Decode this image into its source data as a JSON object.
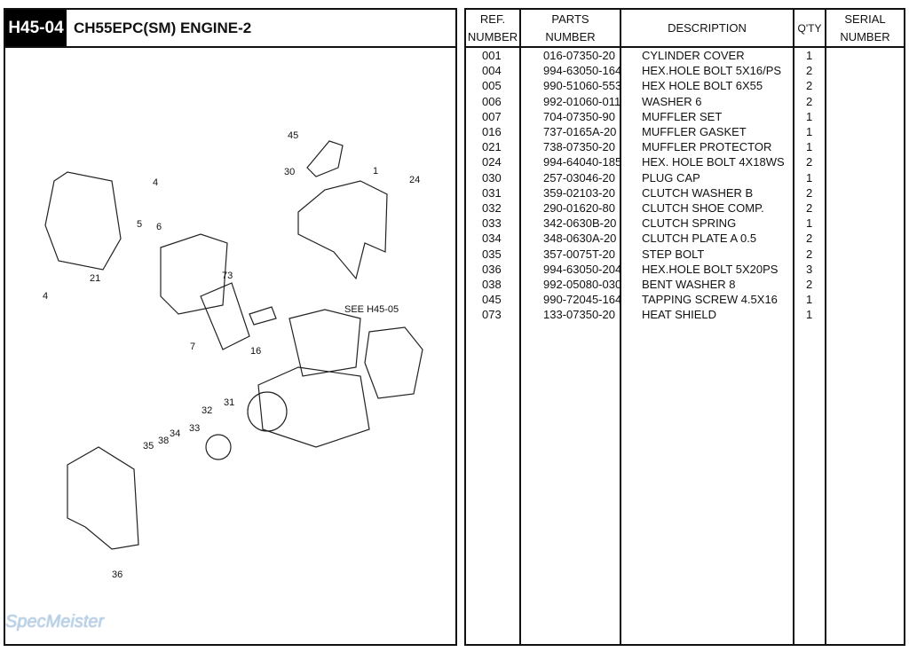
{
  "header": {
    "code": "H45-04",
    "title": "CH55EPC(SM) ENGINE-2"
  },
  "diagram": {
    "callouts": [
      "45",
      "30",
      "1",
      "4",
      "24",
      "5",
      "6",
      "73",
      "21",
      "4",
      "7",
      "16",
      "SEE H45-05",
      "32",
      "31",
      "33",
      "34",
      "38",
      "35",
      "36"
    ]
  },
  "table": {
    "headers": {
      "ref_1": "REF.",
      "ref_2": "NUMBER",
      "parts_1": "PARTS",
      "parts_2": "NUMBER",
      "description": "DESCRIPTION",
      "qty": "Q'TY",
      "serial_1": "SERIAL",
      "serial_2": "NUMBER"
    },
    "rows": [
      {
        "ref": "001",
        "part": "016-07350-20",
        "desc": "CYLINDER COVER",
        "qty": "1"
      },
      {
        "ref": "004",
        "part": "994-63050-164",
        "desc": "HEX.HOLE BOLT 5X16/PS",
        "qty": "2"
      },
      {
        "ref": "005",
        "part": "990-51060-553",
        "desc": "HEX HOLE BOLT 6X55",
        "qty": "2"
      },
      {
        "ref": "006",
        "part": "992-01060-011",
        "desc": "WASHER 6",
        "qty": "2"
      },
      {
        "ref": "007",
        "part": "704-07350-90",
        "desc": "MUFFLER SET",
        "qty": "1"
      },
      {
        "ref": "016",
        "part": "737-0165A-20",
        "desc": "MUFFLER GASKET",
        "qty": "1"
      },
      {
        "ref": "021",
        "part": "738-07350-20",
        "desc": "MUFFLER PROTECTOR",
        "qty": "1"
      },
      {
        "ref": "024",
        "part": "994-64040-185",
        "desc": "HEX. HOLE BOLT 4X18WS",
        "qty": "2"
      },
      {
        "ref": "030",
        "part": "257-03046-20",
        "desc": "PLUG CAP",
        "qty": "1"
      },
      {
        "ref": "031",
        "part": "359-02103-20",
        "desc": "CLUTCH WASHER B",
        "qty": "2"
      },
      {
        "ref": "032",
        "part": "290-01620-80",
        "desc": "CLUTCH SHOE COMP.",
        "qty": "2"
      },
      {
        "ref": "033",
        "part": "342-0630B-20",
        "desc": "CLUTCH SPRING",
        "qty": "1"
      },
      {
        "ref": "034",
        "part": "348-0630A-20",
        "desc": "CLUTCH PLATE A 0.5",
        "qty": "2"
      },
      {
        "ref": "035",
        "part": "357-0075T-20",
        "desc": "STEP BOLT",
        "qty": "2"
      },
      {
        "ref": "036",
        "part": "994-63050-204",
        "desc": "HEX.HOLE BOLT 5X20PS",
        "qty": "3"
      },
      {
        "ref": "038",
        "part": "992-05080-030",
        "desc": "BENT WASHER 8",
        "qty": "2"
      },
      {
        "ref": "045",
        "part": "990-72045-164",
        "desc": "TAPPING SCREW 4.5X16",
        "qty": "1"
      },
      {
        "ref": "073",
        "part": "133-07350-20",
        "desc": "HEAT SHIELD",
        "qty": "1"
      }
    ]
  },
  "watermark": "SpecMeister"
}
